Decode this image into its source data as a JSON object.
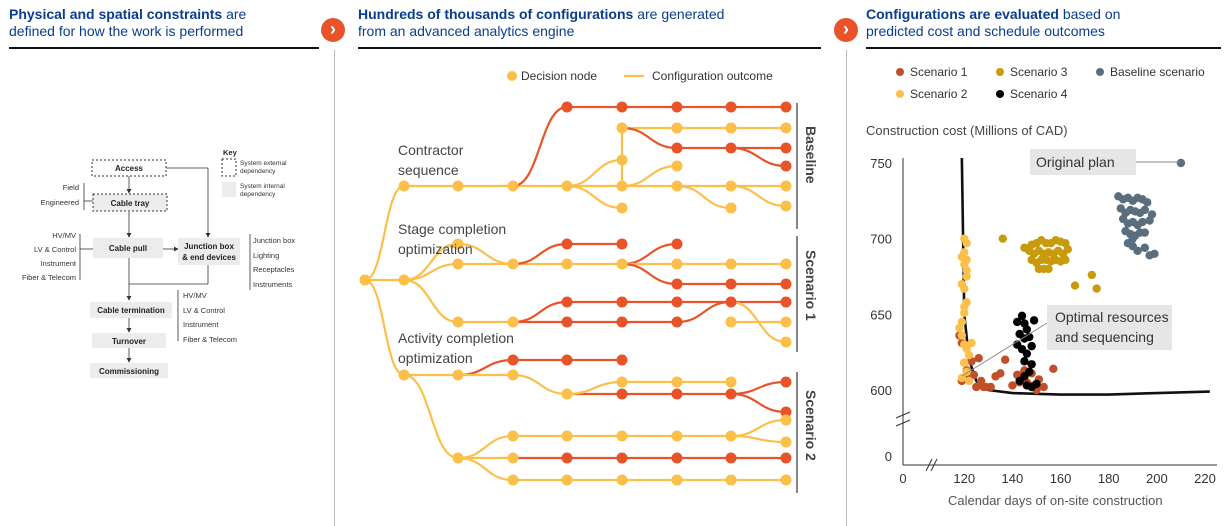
{
  "panel1": {
    "heading_bold": "Physical and spatial constraints",
    "heading_rest": " are",
    "heading_line2": "defined for how the work is performed",
    "boxes": {
      "access": "Access",
      "cable_tray": "Cable tray",
      "cable_pull": "Cable pull",
      "junction_line1": "Junction box",
      "junction_line2": "& end devices",
      "termination": "Cable termination",
      "turnover": "Turnover",
      "commissioning": "Commissioning"
    },
    "labels": {
      "field": "Field",
      "engineered": "Engineered",
      "pull_inputs": [
        "HV/MV",
        "LV & Control",
        "Instrument",
        "Fiber & Telecom"
      ],
      "junction_outputs": [
        "Junction box",
        "Lighting",
        "Receptacles",
        "Instruments"
      ],
      "term_inputs": [
        "HV/MV",
        "LV & Control",
        "Instrument",
        "Fiber & Telecom"
      ]
    },
    "key": {
      "title": "Key",
      "external_line1": "System external",
      "external_line2": "dependency",
      "internal_line1": "System internal",
      "internal_line2": "dependency"
    }
  },
  "panel2": {
    "heading_bold": "Hundreds of thousands of configurations",
    "heading_rest": " are generated",
    "heading_line2": "from an advanced analytics engine",
    "legend": {
      "decision_node": "Decision node",
      "config_outcome": "Configuration outcome"
    },
    "stage_labels": {
      "contractor_1": "Contractor",
      "contractor_2": "sequence",
      "stage_1": "Stage completion",
      "stage_2": "optimization",
      "activity_1": "Activity completion",
      "activity_2": "optimization"
    },
    "groups": {
      "baseline": "Baseline",
      "scenario1": "Scenario 1",
      "scenario2": "Scenario 2"
    },
    "colors": {
      "yellow": "#fbbf4a",
      "red": "#e8542a"
    }
  },
  "panel3": {
    "heading_bold": "Configurations are evaluated",
    "heading_rest": " based on",
    "heading_line2": "predicted cost and schedule outcomes",
    "legend": {
      "scenario1": "Scenario 1",
      "scenario2": "Scenario 2",
      "scenario3": "Scenario 3",
      "scenario4": "Scenario 4",
      "baseline": "Baseline scenario"
    },
    "annotations": {
      "original_plan": "Original plan",
      "optimal_1": "Optimal resources",
      "optimal_2": "and sequencing"
    }
  },
  "chart_data": {
    "type": "scatter",
    "ylabel": "Construction cost (Millions of CAD)",
    "xlabel": "Calendar days of on-site construction",
    "x_ticks": [
      0,
      120,
      140,
      160,
      180,
      200,
      220
    ],
    "y_ticks": [
      0,
      600,
      650,
      700,
      750
    ],
    "xlim": [
      105,
      222
    ],
    "ylim": [
      590,
      760
    ],
    "axis_breaks": true,
    "legend_position": "top",
    "frontier_curve": [
      [
        119,
        760
      ],
      [
        120,
        650
      ],
      [
        122,
        620
      ],
      [
        125,
        606
      ],
      [
        130,
        600
      ],
      [
        140,
        598
      ],
      [
        160,
        597
      ],
      [
        180,
        597
      ],
      [
        200,
        598
      ],
      [
        222,
        599
      ]
    ],
    "series": [
      {
        "name": "Scenario 1",
        "color": "#c0502a",
        "points": [
          [
            118,
            636
          ],
          [
            119,
            631
          ],
          [
            120,
            618
          ],
          [
            121,
            613
          ],
          [
            119,
            606
          ],
          [
            122,
            610
          ],
          [
            123,
            619
          ],
          [
            125,
            602
          ],
          [
            127,
            606
          ],
          [
            128,
            602
          ],
          [
            129,
            602
          ],
          [
            131,
            602
          ],
          [
            133,
            609
          ],
          [
            135,
            611
          ],
          [
            140,
            603
          ],
          [
            142,
            610
          ],
          [
            143,
            605
          ],
          [
            144,
            610
          ],
          [
            145,
            613
          ],
          [
            146,
            605
          ],
          [
            147,
            603
          ],
          [
            149,
            603
          ],
          [
            151,
            607
          ],
          [
            153,
            602
          ],
          [
            157,
            614
          ],
          [
            126,
            621
          ],
          [
            124,
            610
          ],
          [
            137,
            620
          ],
          [
            148,
            611
          ],
          [
            150,
            600
          ]
        ]
      },
      {
        "name": "Scenario 2",
        "color": "#fbbf4a",
        "points": [
          [
            120,
            700
          ],
          [
            121,
            697
          ],
          [
            120,
            691
          ],
          [
            119,
            688
          ],
          [
            121,
            686
          ],
          [
            120,
            683
          ],
          [
            121,
            679
          ],
          [
            119,
            670
          ],
          [
            120,
            667
          ],
          [
            121,
            658
          ],
          [
            120,
            651
          ],
          [
            119,
            645
          ],
          [
            118,
            641
          ],
          [
            119,
            636
          ],
          [
            120,
            630
          ],
          [
            121,
            627
          ],
          [
            122,
            623
          ],
          [
            120,
            618
          ],
          [
            121,
            612
          ],
          [
            119,
            608
          ],
          [
            122,
            606
          ],
          [
            123,
            631
          ],
          [
            121,
            675
          ],
          [
            120,
            655
          ]
        ]
      },
      {
        "name": "Scenario 3",
        "color": "#c89a0c",
        "points": [
          [
            136,
            700
          ],
          [
            148,
            696
          ],
          [
            150,
            697
          ],
          [
            152,
            699
          ],
          [
            154,
            697
          ],
          [
            156,
            697
          ],
          [
            158,
            699
          ],
          [
            160,
            698
          ],
          [
            162,
            697
          ],
          [
            147,
            692
          ],
          [
            149,
            690
          ],
          [
            151,
            692
          ],
          [
            153,
            690
          ],
          [
            155,
            691
          ],
          [
            157,
            690
          ],
          [
            159,
            692
          ],
          [
            161,
            690
          ],
          [
            148,
            686
          ],
          [
            150,
            684
          ],
          [
            152,
            686
          ],
          [
            154,
            686
          ],
          [
            156,
            685
          ],
          [
            158,
            686
          ],
          [
            160,
            685
          ],
          [
            162,
            686
          ],
          [
            151,
            680
          ],
          [
            153,
            680
          ],
          [
            155,
            680
          ],
          [
            163,
            693
          ],
          [
            166,
            669
          ],
          [
            173,
            676
          ],
          [
            175,
            667
          ],
          [
            145,
            694
          ]
        ]
      },
      {
        "name": "Scenario 4",
        "color": "#000000",
        "points": [
          [
            142,
            645
          ],
          [
            144,
            649
          ],
          [
            145,
            644
          ],
          [
            146,
            640
          ],
          [
            143,
            637
          ],
          [
            145,
            634
          ],
          [
            147,
            635
          ],
          [
            148,
            629
          ],
          [
            144,
            627
          ],
          [
            146,
            624
          ],
          [
            145,
            619
          ],
          [
            148,
            617
          ],
          [
            147,
            612
          ],
          [
            145,
            609
          ],
          [
            143,
            606
          ],
          [
            146,
            603
          ],
          [
            148,
            602
          ],
          [
            150,
            604
          ],
          [
            142,
            630
          ],
          [
            149,
            646
          ]
        ]
      },
      {
        "name": "Baseline scenario",
        "color": "#5b6e7e",
        "points": [
          [
            184,
            728
          ],
          [
            186,
            726
          ],
          [
            188,
            727
          ],
          [
            190,
            725
          ],
          [
            192,
            727
          ],
          [
            194,
            726
          ],
          [
            196,
            724
          ],
          [
            185,
            720
          ],
          [
            187,
            717
          ],
          [
            189,
            719
          ],
          [
            191,
            718
          ],
          [
            193,
            717
          ],
          [
            195,
            719
          ],
          [
            198,
            716
          ],
          [
            186,
            713
          ],
          [
            188,
            710
          ],
          [
            190,
            711
          ],
          [
            192,
            709
          ],
          [
            194,
            711
          ],
          [
            197,
            712
          ],
          [
            187,
            705
          ],
          [
            189,
            703
          ],
          [
            191,
            702
          ],
          [
            193,
            704
          ],
          [
            195,
            704
          ],
          [
            188,
            697
          ],
          [
            190,
            695
          ],
          [
            192,
            692
          ],
          [
            195,
            694
          ],
          [
            197,
            689
          ],
          [
            199,
            690
          ],
          [
            190,
            700
          ]
        ]
      },
      {
        "name": "Original plan",
        "color": "#5b6e7e",
        "points": [
          [
            210,
            750
          ]
        ]
      }
    ]
  }
}
